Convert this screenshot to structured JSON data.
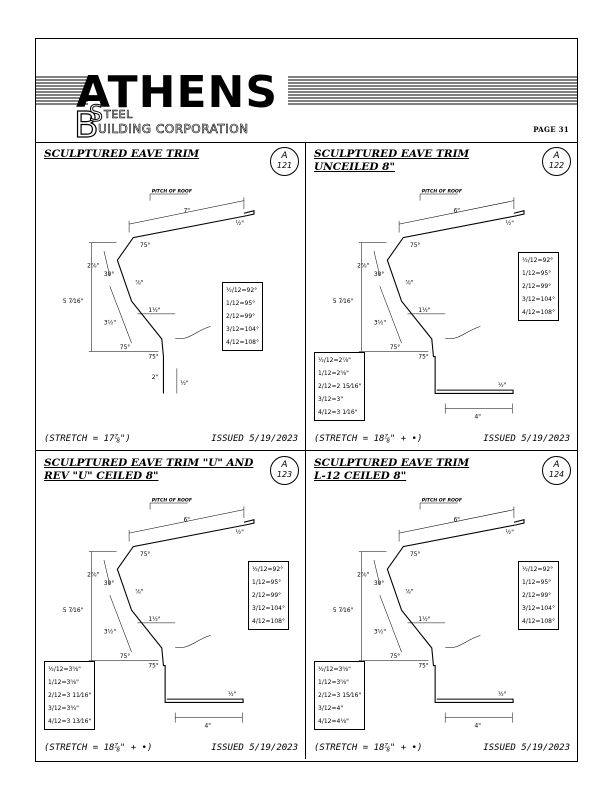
{
  "header": {
    "logo_big": "ATHENS",
    "logo_line1": "TEEL",
    "logo_line2": "UILDING CORPORATION",
    "page": "PAGE 31"
  },
  "panels": [
    {
      "title1": "SCULPTURED EAVE TRIM",
      "title2": "",
      "badge_letter": "A",
      "badge_num": "121",
      "stretch": "(STRETCH = 17⅞\")",
      "issued": "ISSUED 5/19/2023",
      "pitch_label": "PITCH OF ROOF",
      "dims": {
        "top": "7\"",
        "hem": "½\"",
        "a75": "75°",
        "d28": "2⅞\"",
        "a30": "30°",
        "d78": "⅞\"",
        "d516": "5 7⁄16\"",
        "d312": "3½\"",
        "d112": "1½\"",
        "a75b": "75°",
        "a75c": "75°",
        "d2": "2\"",
        "d12b": "½\""
      },
      "roof_table": [
        "½/12=92°",
        "1/12=95°",
        "2/12=99°",
        "3/12=104°",
        "4/12=108°"
      ],
      "drip_table": []
    },
    {
      "title1": "SCULPTURED EAVE TRIM",
      "title2": "UNCEILED 8\"",
      "badge_letter": "A",
      "badge_num": "122",
      "stretch": "(STRETCH = 18⅞\" + •)",
      "issued": "ISSUED 5/19/2023",
      "pitch_label": "PITCH OF ROOF",
      "dims": {
        "top": "6\"",
        "hem": "½\"",
        "a75": "75°",
        "d28": "2⅞\"",
        "a30": "30°",
        "d78": "⅞\"",
        "d516": "5 7⁄16\"",
        "d312": "3½\"",
        "d112": "1½\"",
        "a75b": "75°",
        "a75c": "75°",
        "bottom": "4\"",
        "hem2": "½\""
      },
      "roof_table": [
        "½/12=92°",
        "1/12=95°",
        "2/12=99°",
        "3/12=104°",
        "4/12=108°"
      ],
      "drip_table": [
        "½/12=2⅞\"",
        "1/12=2⅝\"",
        "2/12=2 15⁄16\"",
        "3/12=3\"",
        "4/12=3 1⁄16\""
      ]
    },
    {
      "title1": "SCULPTURED EAVE TRIM \"U\" AND",
      "title2": "REV \"U\" CEILED 8\"",
      "badge_letter": "A",
      "badge_num": "123",
      "stretch": "(STRETCH = 18⅞\" + •)",
      "issued": "ISSUED 5/19/2023",
      "pitch_label": "PITCH OF ROOF",
      "dims": {
        "top": "6\"",
        "hem": "½\"",
        "a75": "75°",
        "d28": "2⅞\"",
        "a30": "30°",
        "d78": "⅞\"",
        "d516": "5 7⁄16\"",
        "d312": "3½\"",
        "d112": "1½\"",
        "a75b": "75°",
        "a75c": "75°",
        "bottom": "4\"",
        "hem2": "½\""
      },
      "roof_table": [
        "½/12=92°",
        "1/12=95°",
        "2/12=99°",
        "3/12=104°",
        "4/12=108°"
      ],
      "drip_table": [
        "½/12=3⅝\"",
        "1/12=3⅝\"",
        "2/12=3 11⁄16\"",
        "3/12=3¾\"",
        "4/12=3 13⁄16\""
      ]
    },
    {
      "title1": "SCULPTURED EAVE TRIM",
      "title2": "L-12 CEILED 8\"",
      "badge_letter": "A",
      "badge_num": "124",
      "stretch": "(STRETCH = 18⅞\" + •)",
      "issued": "ISSUED 5/19/2023",
      "pitch_label": "PITCH OF ROOF",
      "dims": {
        "top": "6\"",
        "hem": "½\"",
        "a75": "75°",
        "d28": "2⅞\"",
        "a30": "30°",
        "d78": "⅞\"",
        "d516": "5 7⁄16\"",
        "d312": "3½\"",
        "d112": "1½\"",
        "a75b": "75°",
        "a75c": "75°",
        "bottom": "4\"",
        "hem2": "½\""
      },
      "roof_table": [
        "½/12=92°",
        "1/12=95°",
        "2/12=99°",
        "3/12=104°",
        "4/12=108°"
      ],
      "drip_table": [
        "½/12=3⅝\"",
        "1/12=3⅝\"",
        "2/12=3 15⁄16\"",
        "3/12=4\"",
        "4/12=4⅛\""
      ]
    }
  ]
}
